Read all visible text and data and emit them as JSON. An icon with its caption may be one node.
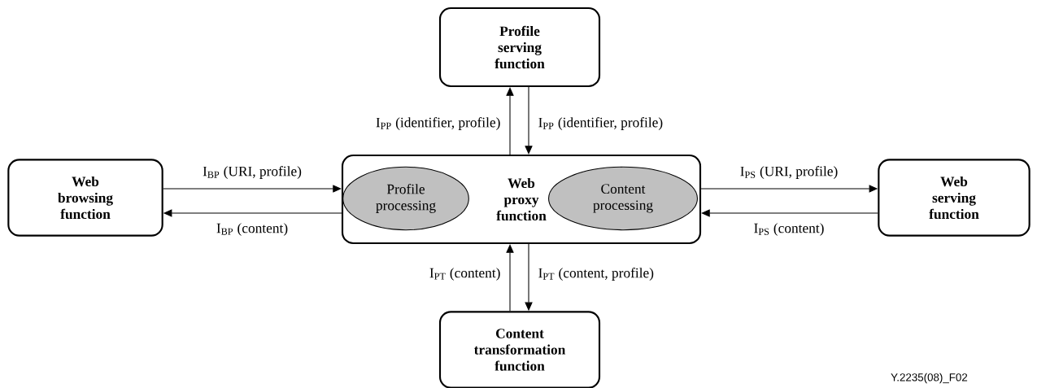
{
  "diagram": {
    "nodes": [
      {
        "text": [
          "Web browsing function"
        ]
      },
      {
        "text": [
          "Profile serving function"
        ]
      },
      {
        "text": [
          "Web proxy function"
        ]
      },
      {
        "text": [
          "Profile processing"
        ],
        "in": 2
      },
      {
        "text": [
          "Content processing"
        ],
        "in": 2
      },
      {
        "text": [
          "Web serving function"
        ]
      },
      {
        "text": [
          "Content transformation function"
        ]
      }
    ],
    "edges": [
      {
        "from": 0,
        "to": 2,
        "arrow": "to",
        "label": "I$_{BP}$ (URI, profile)"
      },
      {
        "from": 2,
        "to": 0,
        "arrow": "to",
        "label": "I$_{BP}$ (content)"
      },
      {
        "from": 2,
        "to": 1,
        "arrow": "to",
        "label": "I$_{PP}$ (identifier, profile)"
      },
      {
        "from": 1,
        "to": 2,
        "arrow": "to",
        "label": "I$_{PP}$ (identifier, profile)"
      },
      {
        "from": 2,
        "to": 5,
        "arrow": "to",
        "label": "I$_{PS}$ (URI, profile)"
      },
      {
        "from": 5,
        "to": 2,
        "arrow": "to",
        "label": "I$_{PS}$ (content)"
      },
      {
        "from": 6,
        "to": 2,
        "arrow": "to",
        "label": "I$_{PT}$ (content)"
      },
      {
        "from": 2,
        "to": 6,
        "arrow": "to",
        "label": "I$_{PT}$ (content, profile)"
      }
    ],
    "labels": [
      "Y.2235(08)_F02"
    ]
  }
}
